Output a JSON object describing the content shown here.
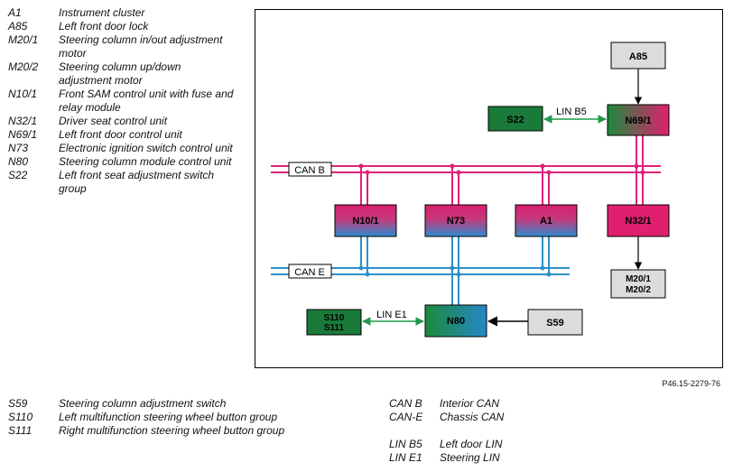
{
  "legend_top": [
    {
      "code": "A1",
      "desc": "Instrument cluster"
    },
    {
      "code": "A85",
      "desc": "Left front door lock"
    },
    {
      "code": "M20/1",
      "desc": "Steering column in/out adjustment motor"
    },
    {
      "code": "M20/2",
      "desc": "Steering column up/down adjustment motor"
    },
    {
      "code": "N10/1",
      "desc": "Front SAM control unit with fuse and relay module"
    },
    {
      "code": "N32/1",
      "desc": "Driver seat control unit"
    },
    {
      "code": "N69/1",
      "desc": "Left front door control unit"
    },
    {
      "code": "N73",
      "desc": "Electronic ignition switch control unit"
    },
    {
      "code": "N80",
      "desc": "Steering column module control unit"
    },
    {
      "code": "S22",
      "desc": "Left front seat adjustment switch group"
    }
  ],
  "legend_bottom": [
    {
      "code": "S59",
      "desc": "Steering column adjustment switch"
    },
    {
      "code": "S110",
      "desc": "Left multifunction steering wheel button group"
    },
    {
      "code": "S111",
      "desc": "Right multifunction steering wheel button group"
    }
  ],
  "legend_bus": [
    {
      "code": "CAN B",
      "desc": "Interior CAN"
    },
    {
      "code": "CAN-E",
      "desc": "Chassis CAN"
    }
  ],
  "legend_lin": [
    {
      "code": "LIN B5",
      "desc": "Left door LIN"
    },
    {
      "code": "LIN E1",
      "desc": "Steering LIN"
    }
  ],
  "figure_ref": "P46.15-2279-76",
  "diagram": {
    "nodes": {
      "a85": "A85",
      "n69_1": "N69/1",
      "s22": "S22",
      "n10_1": "N10/1",
      "n73": "N73",
      "a1": "A1",
      "n32_1": "N32/1",
      "m20_1": "M20/1",
      "m20_2": "M20/2",
      "n80": "N80",
      "s110": "S110",
      "s111": "S111",
      "s59": "S59"
    },
    "buses": {
      "can_b": "CAN B",
      "can_e": "CAN E",
      "lin_b5": "LIN B5",
      "lin_e1": "LIN E1"
    },
    "colors": {
      "can_b": "#e0207a",
      "can_e": "#2e8fc8",
      "lin": "#1f9a4a",
      "switch_green": "#1a7a3a",
      "grey_box": "#dcdcdc"
    }
  }
}
